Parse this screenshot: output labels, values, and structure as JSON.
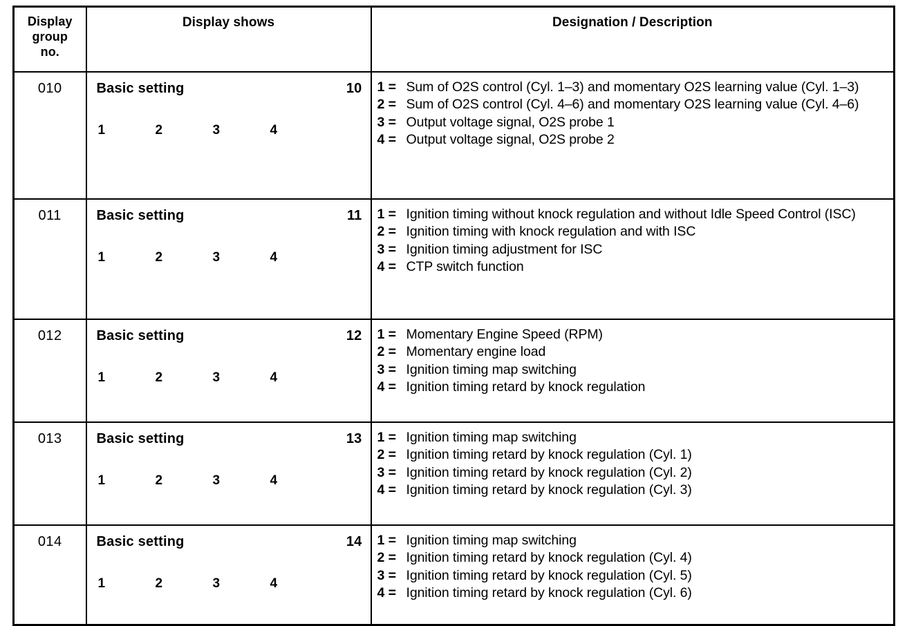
{
  "table": {
    "headers": {
      "group": "Display\ngroup\nno.",
      "group_lines": [
        "Display",
        "group",
        "no."
      ],
      "shows": "Display shows",
      "description": "Designation / Description"
    },
    "field_indices": [
      "1",
      "2",
      "3",
      "4"
    ],
    "rows": [
      {
        "group_no": "010",
        "shows_label": "Basic setting",
        "shows_number": "10",
        "descriptions": [
          {
            "key": "1 =",
            "text": "Sum of O2S control (Cyl. 1–3) and momentary O2S learning value (Cyl. 1–3)"
          },
          {
            "key": "2 =",
            "text": "Sum of O2S control (Cyl. 4–6) and momentary O2S learning value (Cyl. 4–6)"
          },
          {
            "key": "3 =",
            "text": "Output voltage signal, O2S probe 1"
          },
          {
            "key": "4 =",
            "text": "Output voltage signal, O2S probe 2"
          }
        ]
      },
      {
        "group_no": "011",
        "shows_label": "Basic setting",
        "shows_number": "11",
        "descriptions": [
          {
            "key": "1 =",
            "text": "Ignition timing without knock regulation and without Idle Speed Control (ISC)"
          },
          {
            "key": "2 =",
            "text": "Ignition timing with knock regulation and with ISC"
          },
          {
            "key": "3 =",
            "text": "Ignition timing adjustment for ISC"
          },
          {
            "key": "4 =",
            "text": "CTP switch function"
          }
        ]
      },
      {
        "group_no": "012",
        "shows_label": "Basic setting",
        "shows_number": "12",
        "descriptions": [
          {
            "key": "1 =",
            "text": "Momentary Engine Speed (RPM)"
          },
          {
            "key": "2 =",
            "text": "Momentary engine load"
          },
          {
            "key": "3 =",
            "text": "Ignition timing map switching"
          },
          {
            "key": "4 =",
            "text": "Ignition timing retard by knock regulation"
          }
        ]
      },
      {
        "group_no": "013",
        "shows_label": "Basic setting",
        "shows_number": "13",
        "descriptions": [
          {
            "key": "1 =",
            "text": "Ignition timing map switching"
          },
          {
            "key": "2 =",
            "text": "Ignition timing retard by knock regulation (Cyl. 1)"
          },
          {
            "key": "3 =",
            "text": "Ignition timing retard by knock regulation (Cyl. 2)"
          },
          {
            "key": "4 =",
            "text": "Ignition timing retard by knock regulation (Cyl. 3)"
          }
        ]
      },
      {
        "group_no": "014",
        "shows_label": "Basic setting",
        "shows_number": "14",
        "descriptions": [
          {
            "key": "1 =",
            "text": "Ignition timing map switching"
          },
          {
            "key": "2 =",
            "text": "Ignition timing retard by knock regulation (Cyl. 4)"
          },
          {
            "key": "3 =",
            "text": "Ignition timing retard by knock regulation (Cyl. 5)"
          },
          {
            "key": "4 =",
            "text": "Ignition timing retard by knock regulation (Cyl. 6)"
          }
        ]
      }
    ]
  }
}
